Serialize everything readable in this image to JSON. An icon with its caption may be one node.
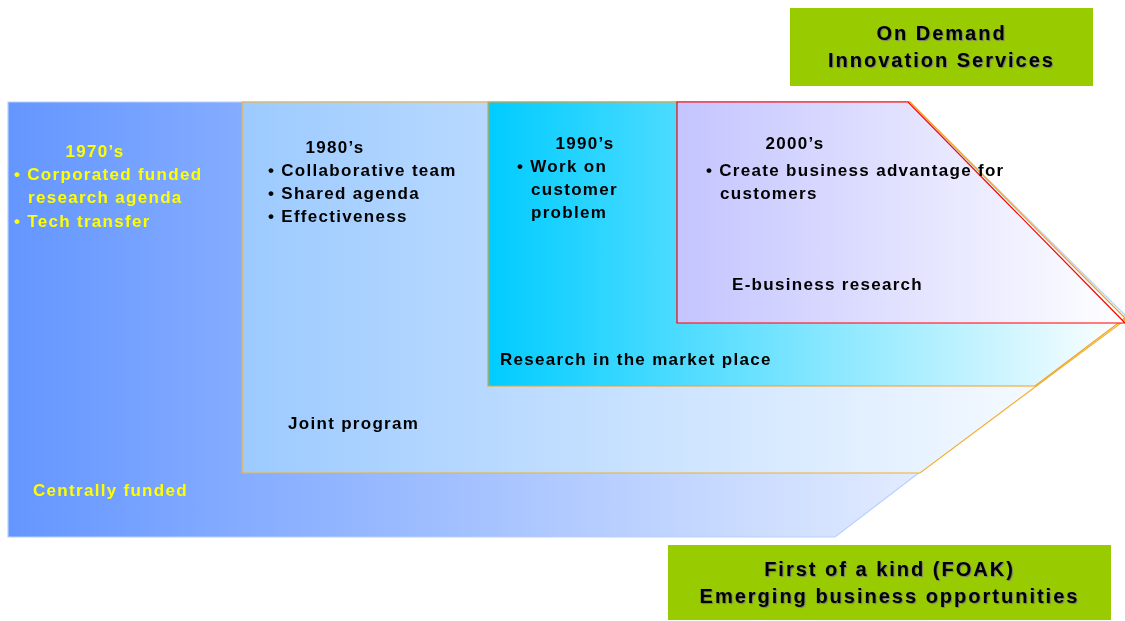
{
  "diagram": {
    "nodes": [
      {
        "text": [
          "On Demand Innovation Services"
        ]
      },
      {
        "text": [
          "1970’s",
          "• Corporated funded research agenda",
          "• Tech transfer",
          "Centrally funded"
        ]
      },
      {
        "text": [
          "1980’s",
          "• Collaborative team",
          "• Shared agenda",
          "• Effectiveness",
          "Joint program"
        ],
        "in": 1
      },
      {
        "text": [
          "1990’s",
          "• Work on customer problem",
          "Research in the market place"
        ],
        "in": 2
      },
      {
        "text": [
          "2000’s",
          "• Create business advantage for customers",
          "E-business research"
        ],
        "in": 3
      },
      {
        "text": [
          "First of a kind (FOAK)",
          "Emerging business opportunities"
        ]
      }
    ]
  }
}
